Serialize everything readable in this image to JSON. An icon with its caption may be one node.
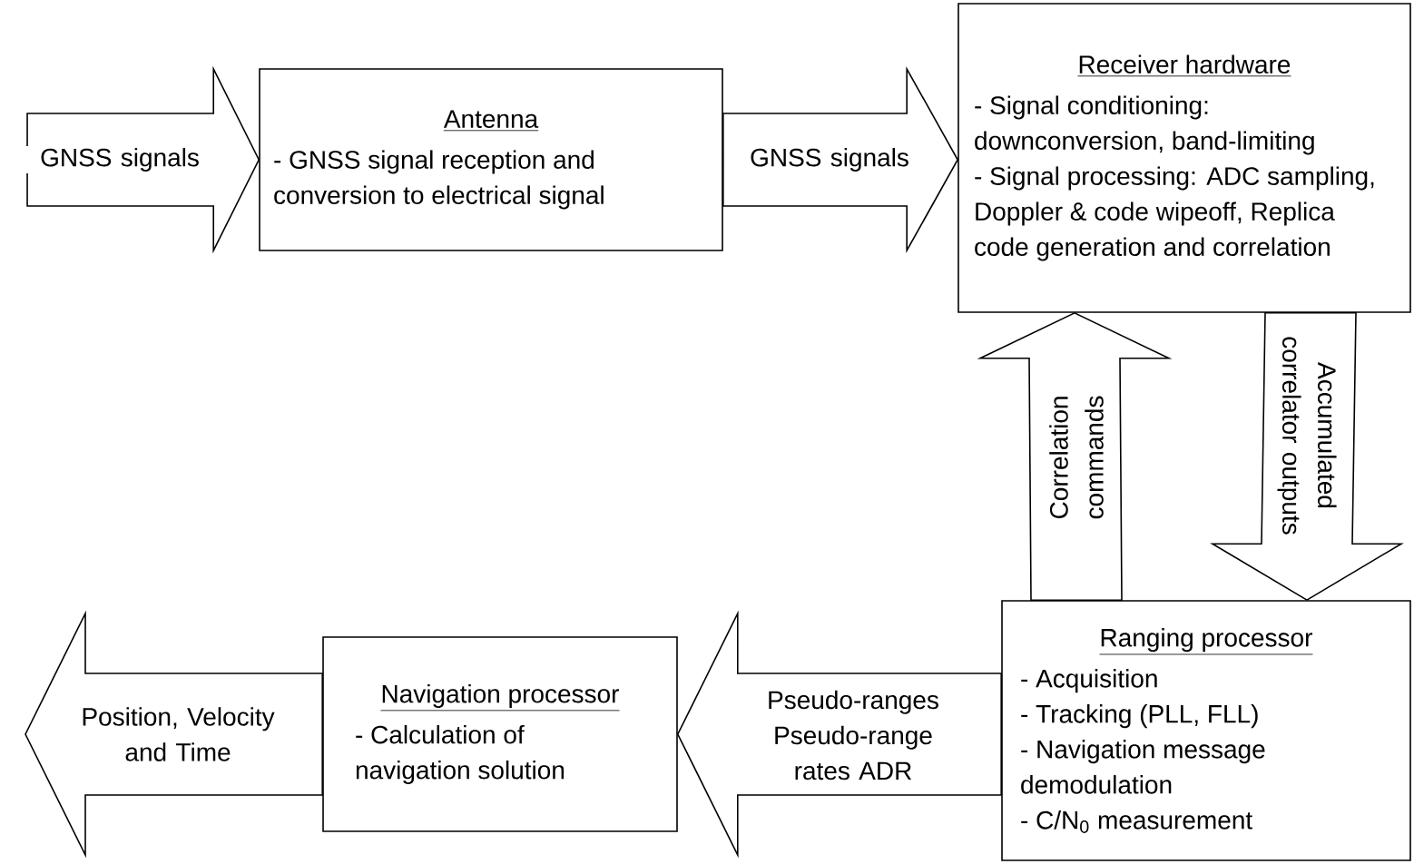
{
  "diagram": {
    "nodes": [
      {
        "text": [
          "Antenna",
          "- GNSS signal reception and conversion to electrical signal"
        ]
      },
      {
        "text": [
          "Receiver hardware",
          "- Signal conditioning: downconversion, band-limiting",
          "- Signal processing: ADC sampling, Doppler & code wipeoff, Replica code generation and correlation"
        ]
      },
      {
        "text": [
          "Ranging processor",
          "- Acquisition",
          "- Tracking (PLL, FLL)",
          "- Navigation message demodulation",
          "- C/N$_{0}$ measurement"
        ]
      },
      {
        "text": [
          "Navigation processor",
          "- Calculation of navigation solution"
        ]
      }
    ],
    "edges": [
      {
        "from": null,
        "to": 0,
        "arrow": "to",
        "label": "GNSS signals"
      },
      {
        "from": 0,
        "to": 1,
        "arrow": "to",
        "label": "GNSS signals"
      },
      {
        "from": 2,
        "to": 1,
        "arrow": "to",
        "label": "Correlation commands"
      },
      {
        "from": 1,
        "to": 2,
        "arrow": "to",
        "label": "Accumulated correlator outputs"
      },
      {
        "from": 2,
        "to": 3,
        "arrow": "to",
        "label": "Pseudo-ranges Pseudo-range rates ADR"
      },
      {
        "from": 3,
        "to": null,
        "arrow": "to",
        "label": "Position, Velocity and Time"
      }
    ]
  }
}
